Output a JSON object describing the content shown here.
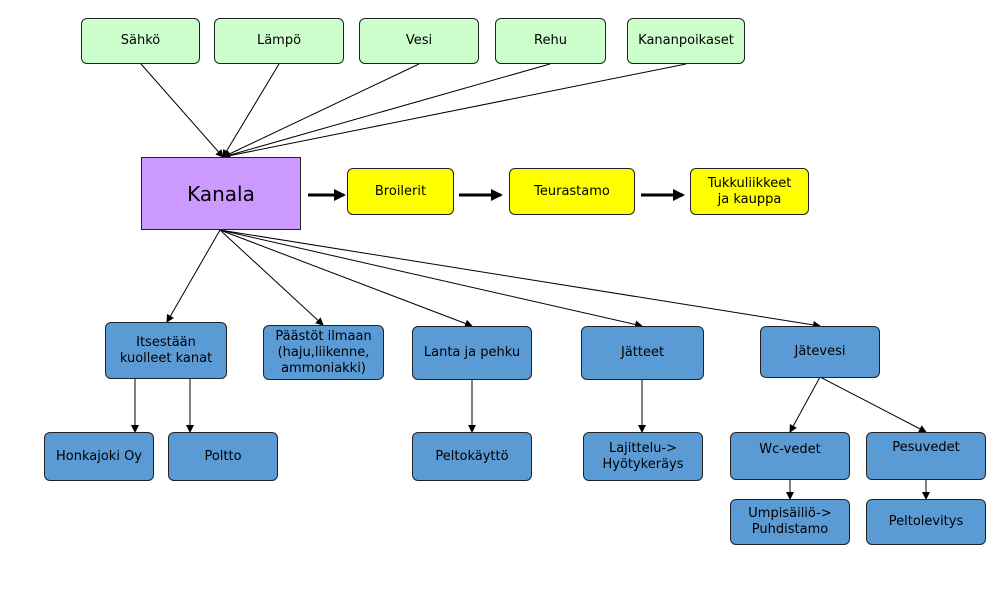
{
  "inputs": {
    "sahko": "Sähkö",
    "lampo": "Lämpö",
    "vesi": "Vesi",
    "rehu": "Rehu",
    "kananpoikaset": "Kananpoikaset"
  },
  "center": {
    "kanala": "Kanala"
  },
  "chain": {
    "broilerit": "Broilerit",
    "teurastamo": "Teurastamo",
    "tukkuliikkeet": "Tukkuliikkeet\nja kauppa"
  },
  "outputs": {
    "itsestaan": "Itsestään\nkuolleet kanat",
    "paastot": "Päästöt ilmaan\n(haju,liikenne,\nammoniakki)",
    "lanta": "Lanta ja pehku",
    "jatteet": "Jätteet",
    "jatevesi": "Jätevesi"
  },
  "sub": {
    "honkajoki": "Honkajoki Oy",
    "poltto": "Poltto",
    "peltokaytto": "Peltokäyttö",
    "lajittelu": "Lajittelu->\nHyötykeräys",
    "wc": "Wc-vedet",
    "pesuvedet": "Pesuvedet",
    "umpisailio": "Umpisäiliö->\nPuhdistamo",
    "peltolevitys": "Peltolevitys"
  },
  "colors": {
    "input": "#ccffcc",
    "chain": "#ffff00",
    "output": "#5b9bd5",
    "main": "#cc99ff"
  }
}
